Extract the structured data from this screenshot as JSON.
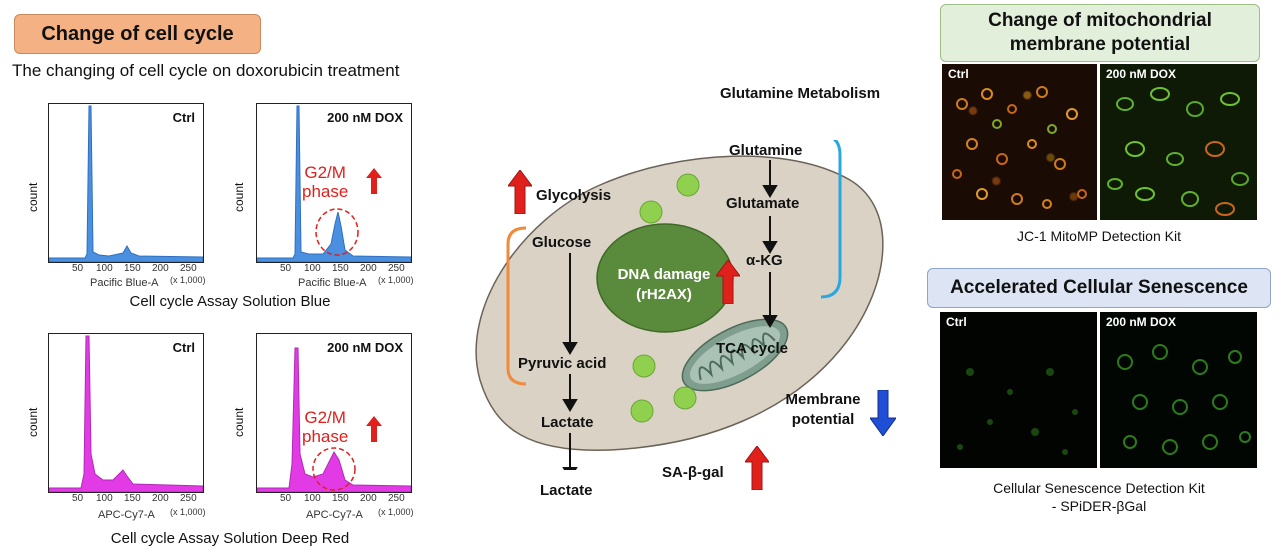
{
  "cell_cycle": {
    "heading": "Change of cell cycle",
    "subtitle": "The changing of cell cycle on doxorubicin treatment",
    "y_label": "count",
    "tick_labels": [
      "50",
      "100",
      "150",
      "200",
      "250"
    ],
    "x_scale": "(x 1,000)",
    "blue": {
      "x_label": "Pacific Blue-A",
      "ctrl_tag": "Ctrl",
      "dox_tag": "200 nM DOX",
      "caption": "Cell cycle Assay Solution Blue",
      "color": "#4a8fe0"
    },
    "red": {
      "x_label": "APC-Cy7-A",
      "ctrl_tag": "Ctrl",
      "dox_tag": "200 nM DOX",
      "caption": "Cell cycle Assay Solution Deep Red",
      "color": "#e23be6"
    },
    "g2m_line1": "G2/M",
    "g2m_line2": "phase"
  },
  "metabolism": {
    "glutamine_metabolism": "Glutamine Metabolism",
    "glycolysis": "Glycolysis",
    "glucose": "Glucose",
    "pyruvic_acid": "Pyruvic acid",
    "lactate_inner": "Lactate",
    "lactate_outer": "Lactate",
    "dna_damage_line1": "DNA damage",
    "dna_damage_line2": "(rH2AX)",
    "glutamine": "Glutamine",
    "glutamate": "Glutamate",
    "akg": "α-KG",
    "tca_cycle": "TCA cycle",
    "membrane_line1": "Membrane",
    "membrane_line2": "potential",
    "sa_beta_gal": "SA-β-gal"
  },
  "mito": {
    "heading": "Change of mitochondrial membrane potential",
    "ctrl_tag": "Ctrl",
    "dox_tag": "200 nM DOX",
    "kit": "JC-1 MitoMP Detection Kit"
  },
  "senescence": {
    "heading": "Accelerated Cellular Senescence",
    "ctrl_tag": "Ctrl",
    "dox_tag": "200 nM DOX",
    "kit_line1": "Cellular Senescence Detection Kit",
    "kit_line2": "- SPiDER-βGal"
  },
  "colors": {
    "up_arrow": "#e0201b",
    "down_arrow": "#1f4fd6",
    "cell_body": "#d9d2c5",
    "nucleus": "#5a8a3c",
    "vesicle": "#8fd14f",
    "glycolysis_bracket": "#f08a3c",
    "glutamine_bracket": "#2aa7e0"
  }
}
